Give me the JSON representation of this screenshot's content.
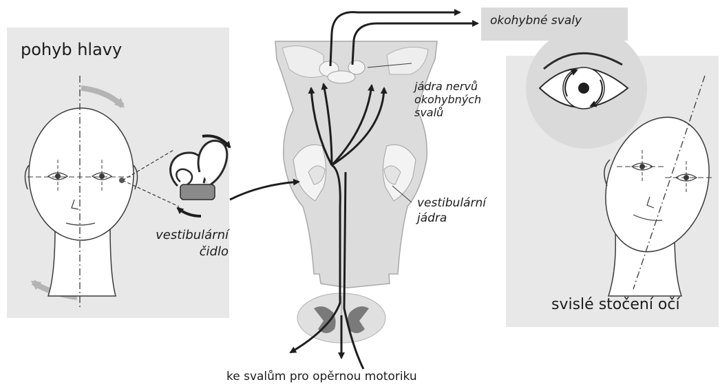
{
  "labels": {
    "head_movement": "pohyb hlavy",
    "eye_muscles": "okohybné svaly",
    "oculomotor_nuclei": [
      "jádra nervů",
      "okohybných",
      "svalů"
    ],
    "vestibular_nuclei": [
      "vestibulární",
      "jádra"
    ],
    "vestibular_sensor": [
      "vestibulární",
      "čidlo"
    ],
    "eye_torsion": "svislé stočení očí",
    "postural_muscles": "ke svalům pro opěrnou motoriku"
  },
  "colors": {
    "panel_fill": "#e8e8e8",
    "label_box_fill": "#dadada",
    "brainstem_fill": "#dcdcdc",
    "nuclei_fill": "#f3f3f3",
    "pathway_stroke": "#1e1e1e",
    "rotation_arrow": "#b4b4b4",
    "face_line": "#3a3a3a"
  }
}
